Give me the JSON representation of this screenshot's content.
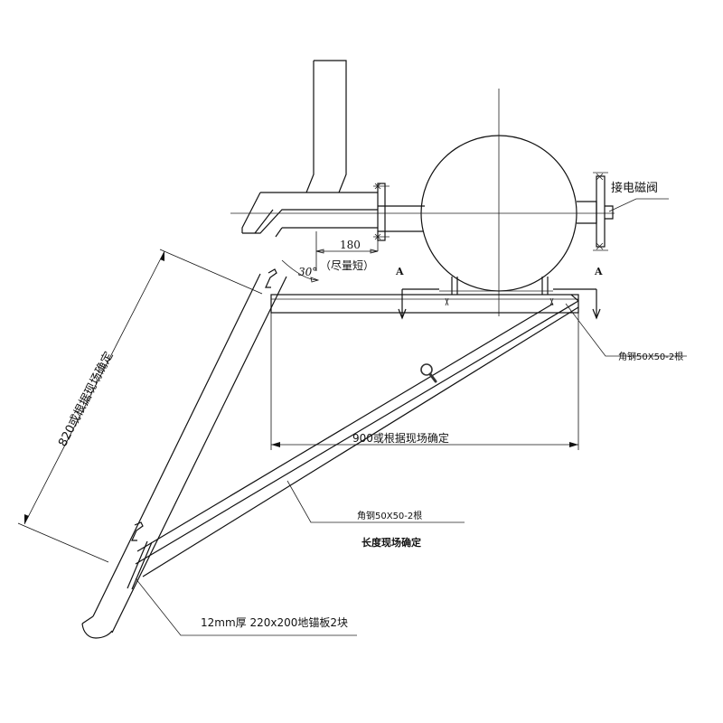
{
  "labels": {
    "solenoid": "接电磁阀",
    "dim180": "180",
    "as_short": "（尽量短）",
    "angle": "30°",
    "section_a_left": "A",
    "section_a_right": "A",
    "angle_steel_top": "角钢50X50-2根",
    "dim900": "900或根据现场确定",
    "dim820": "820或根据现场确定",
    "angle_steel_bottom": "角钢50X50-2根",
    "length_note": "长度现场确定",
    "anchor_plate": "12mm厚  220x200地锚板2块"
  },
  "colors": {
    "line": "#111111",
    "background": "#ffffff"
  },
  "icons": {
    "magnifier": "magnifier-icon"
  }
}
